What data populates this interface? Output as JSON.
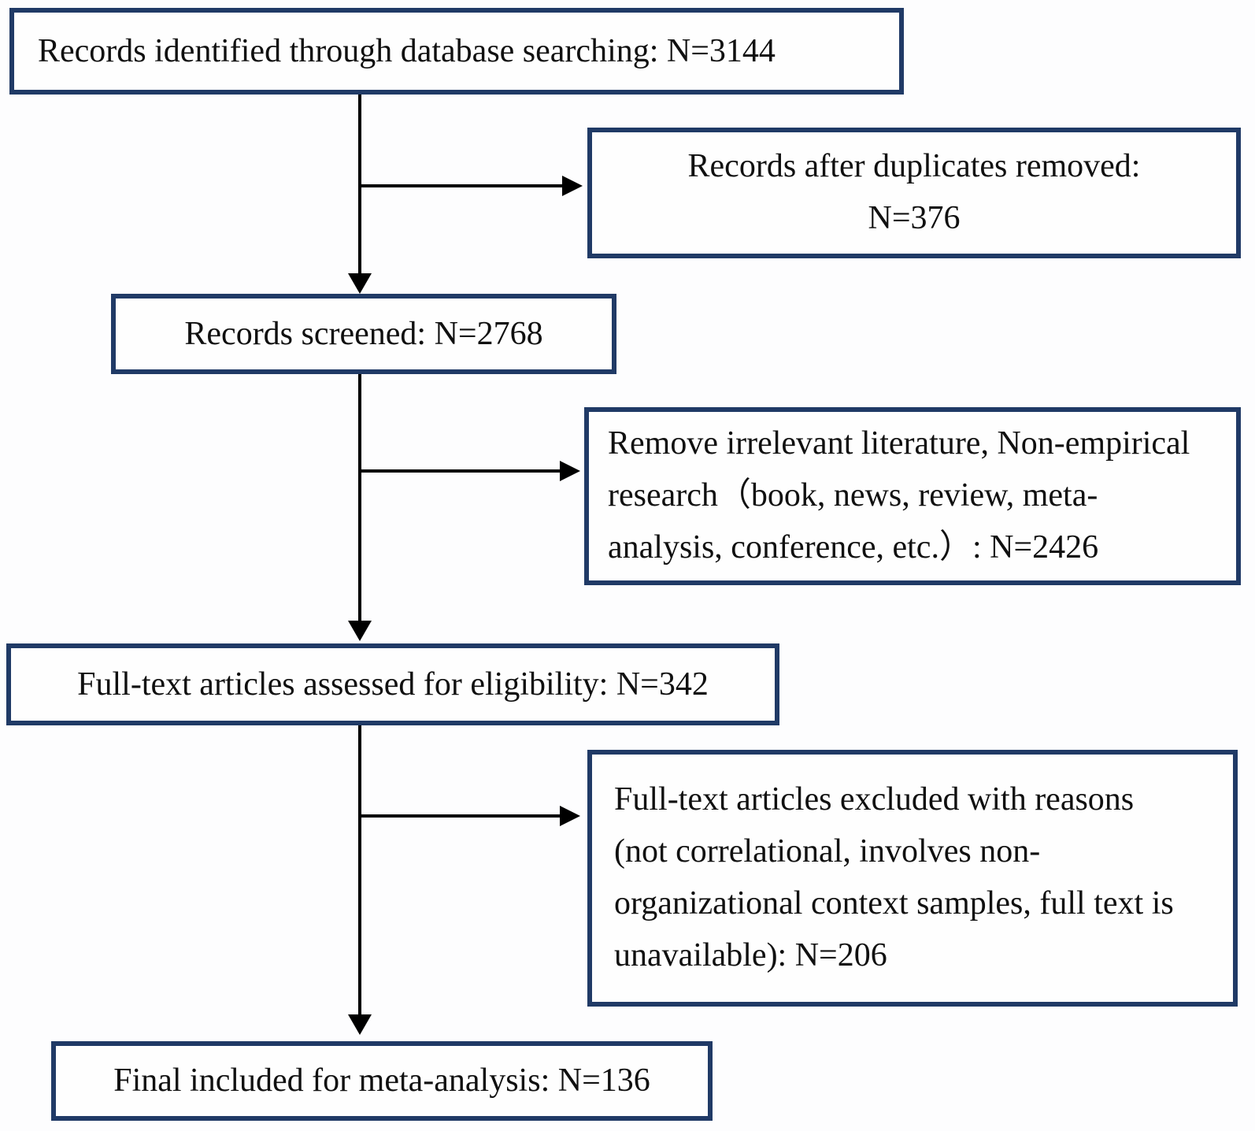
{
  "diagram": {
    "type": "literature-screening-flowchart",
    "colors": {
      "box_border": "#203a66",
      "arrow": "#000000",
      "background": "#fdfdfe",
      "text": "#101010"
    },
    "nodes": {
      "identified": {
        "text": "Records identified through database searching: N=3144",
        "n": 3144
      },
      "duplicates_removed": {
        "text": "Records after duplicates removed:\nN=376",
        "n": 376
      },
      "screened": {
        "text": "Records screened: N=2768",
        "n": 2768
      },
      "irrelevant_removed": {
        "text": "Remove irrelevant literature, Non-empirical\nresearch（book, news, review, meta-\nanalysis, conference, etc.）: N=2426",
        "n": 2426
      },
      "fulltext_assessed": {
        "text": "Full-text articles assessed for eligibility: N=342",
        "n": 342
      },
      "fulltext_excluded": {
        "text": "Full-text articles excluded with reasons\n(not correlational, involves non-\norganizational context samples, full text is\nunavailable): N=206",
        "n": 206
      },
      "final_included": {
        "text": "Final included for meta-analysis: N=136",
        "n": 136
      }
    },
    "edges": [
      {
        "from": "identified",
        "to": "screened",
        "direction": "down"
      },
      {
        "from": "identified",
        "to": "duplicates_removed",
        "direction": "branch-right"
      },
      {
        "from": "screened",
        "to": "fulltext_assessed",
        "direction": "down"
      },
      {
        "from": "screened",
        "to": "irrelevant_removed",
        "direction": "branch-right"
      },
      {
        "from": "fulltext_assessed",
        "to": "final_included",
        "direction": "down"
      },
      {
        "from": "fulltext_assessed",
        "to": "fulltext_excluded",
        "direction": "branch-right"
      }
    ]
  }
}
